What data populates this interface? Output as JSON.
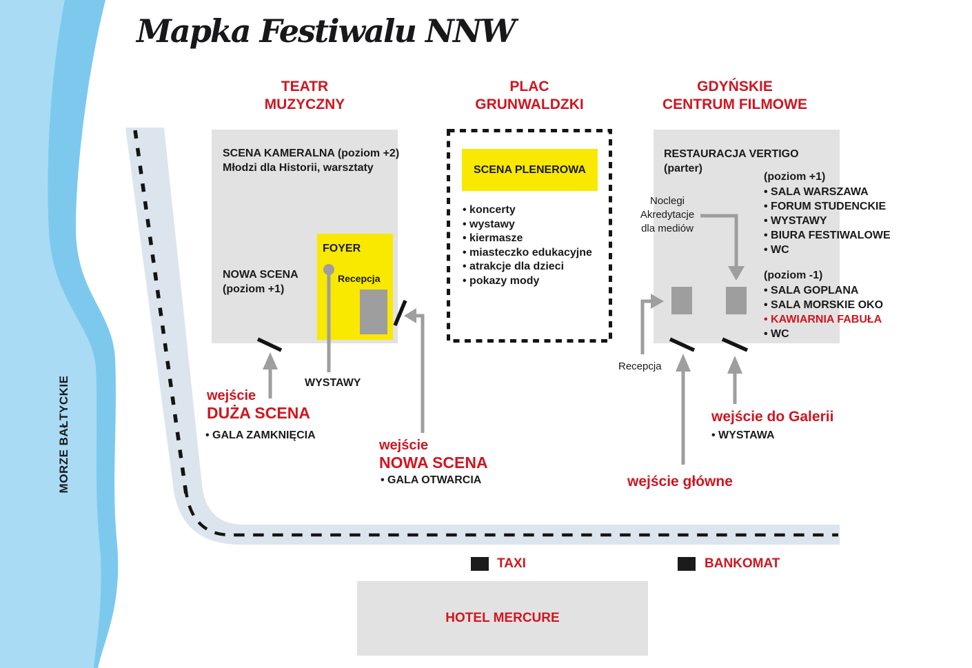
{
  "title": "Mapka Festiwalu NNW",
  "sea": {
    "label": "MORZE BAŁTYCKIE"
  },
  "teatr": {
    "heading": [
      "TEATR",
      "MUZYCZNY"
    ],
    "scena_kameralna": "SCENA KAMERALNA (poziom +2)",
    "scena_kameralna_sub": "Młodzi dla Historii, warsztaty",
    "nowa_scena": "NOWA SCENA",
    "nowa_scena_sub": "(poziom +1)",
    "foyer": "FOYER",
    "recepcja": "Recepcja",
    "wystawy": "WYSTAWY"
  },
  "plac": {
    "heading": [
      "PLAC",
      "GRUNWALDZKI"
    ],
    "scena_plenerowa": "SCENA PLENEROWA",
    "items": [
      "koncerty",
      "wystawy",
      "kiermasze",
      "miasteczko edukacyjne",
      "atrakcje dla dzieci",
      "pokazy mody"
    ]
  },
  "gcf": {
    "heading": [
      "GDYŃSKIE",
      "CENTRUM FILMOWE"
    ],
    "restauracja": "RESTAURACJA VERTIGO",
    "restauracja_sub": "(parter)",
    "noclegi": [
      "Noclegi",
      "Akredytacje",
      "dla mediów"
    ],
    "level_plus1": {
      "label": "(poziom +1)",
      "items": [
        "SALA WARSZAWA",
        "FORUM STUDENCKIE",
        "WYSTAWY",
        "BIURA FESTIWALOWE",
        "WC"
      ]
    },
    "level_minus1": {
      "label": "(poziom -1)",
      "items": [
        "SALA GOPLANA",
        "SALA MORSKIE OKO",
        "KAWIARNIA FABUŁA",
        "WC"
      ]
    },
    "recepcja": "Recepcja"
  },
  "entrances": {
    "duza": {
      "prefix": "wejście",
      "name": "DUŻA SCENA",
      "note": "GALA ZAMKNIĘCIA"
    },
    "nowa": {
      "prefix": "wejście",
      "name": "NOWA SCENA",
      "note": "GALA OTWARCIA"
    },
    "galeria": {
      "name": "wejście do Galerii",
      "note": "WYSTAWA"
    },
    "glowne": {
      "name": "wejście główne"
    }
  },
  "poi": {
    "taxi": "TAXI",
    "bankomat": "BANKOMAT",
    "hotel": "HOTEL MERCURE"
  },
  "colors": {
    "accent_red": "#d0151f",
    "stage_yellow": "#f9e800",
    "building_gray": "#e2e2e2",
    "marker_gray": "#9e9e9e",
    "water_light": "#a9dbf4",
    "water_stripe": "#7dc9ee",
    "road": "#dce5ed",
    "ink": "#1a1a1a"
  }
}
